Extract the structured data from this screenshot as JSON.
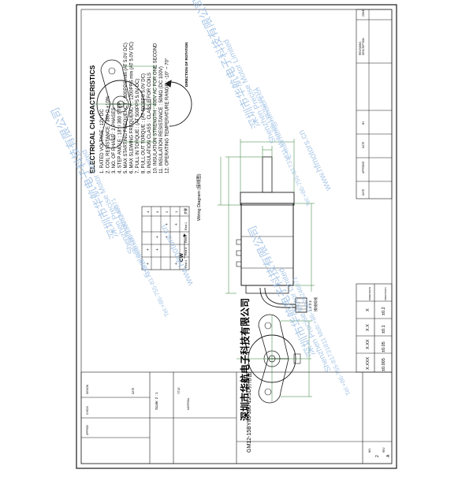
{
  "colors": {
    "ink": "#1a1a1a",
    "dim": "#2e7d32",
    "watermark": "#8fb6e0",
    "wire_red": "#c62828"
  },
  "revision_block": {
    "headers": [
      "ZONE",
      "DESCRIPTION",
      "REVISIONS",
      "BY",
      "DATE",
      "APPROVE",
      "DATE"
    ]
  },
  "direction_label": "DIRECTION OF ROTATION",
  "electrical": {
    "title": "ELECTRICAL CHARACTERISTICS",
    "items": [
      "1.  RATED VOLTAGE : 12V DC",
      "2.  COIL RESISTANCE : 380 Ω ±10%",
      "3.  NO. OF PHASE : 2 PHASES",
      "4.  STEP ANGLE : 18° / 360 STEP",
      "5.  MAX STARTING FREQUENCY : 800PPS min (AT 5.0V DC)",
      "6.  MAX SLEWING FREQUENCY : 1200PPS min (AT 5.0V DC)",
      "7.  PULL IN TORQUE : (AT 500PPS 5.0V DC)",
      "8.  PULL OUT TORQUE : (AT 500PPS 5.0V DC)",
      "9.  INSULATION CLASS : CLASS E FOR COILS",
      "10. INSULATION STRENGTH : 400V AC FOR ONE SECOND",
      "11. INSULATION RESISTANCE : 50MΩ (DC 100V)",
      "12. OPERATING TEMPERATURE RANGE : -10° ~ 70°"
    ]
  },
  "wiring": {
    "title": "Wiring Diagram (接线图)",
    "direction": "CW",
    "headers": [
      "步骤",
      "1",
      "2",
      "3",
      "4"
    ],
    "rows": [
      [
        "Red 1",
        "+",
        "+",
        "",
        ""
      ],
      [
        "Red 2",
        "",
        "+",
        "+",
        ""
      ],
      [
        "Red 3",
        "",
        "",
        "+",
        "+"
      ],
      [
        "Red 4",
        "+",
        "",
        "",
        "+"
      ]
    ],
    "connector_pins": "1 2 3 4",
    "connector_note": "接线排线"
  },
  "tolerance": {
    "header_dim": "DIMENSION",
    "header_prec": "PRECISION",
    "dims": [
      "X",
      "X.X",
      "X.XX",
      "X.XXX"
    ],
    "precs": [
      "±0.2",
      "±0.1",
      "±0.05",
      "±0.005"
    ]
  },
  "title_block": {
    "company": "深圳市华航电子科技有限公司",
    "part": "GM12-15BY03-380-12.5D外形图",
    "scale": "Scale: 2 : 1",
    "material": "MATERIAL",
    "title_label": "TITLE",
    "design_label": "DESIGN",
    "check_label": "CHECK",
    "approve_label": "APPROV",
    "date_label": "DATE",
    "rev_label": "REV",
    "rev_value": "A",
    "sheet_label": "NO.",
    "sheet_value": "2"
  },
  "watermark": {
    "cn": "深圳市华航电子科技有限公司",
    "en": "Shenzhen Precise Motor Limited",
    "email": "E-mail:hfm@hfmotors.cn",
    "tel": "Tel:+86-755-81731811 Mob:+86-13825246071",
    "web": "www.hfmotors.cn"
  }
}
